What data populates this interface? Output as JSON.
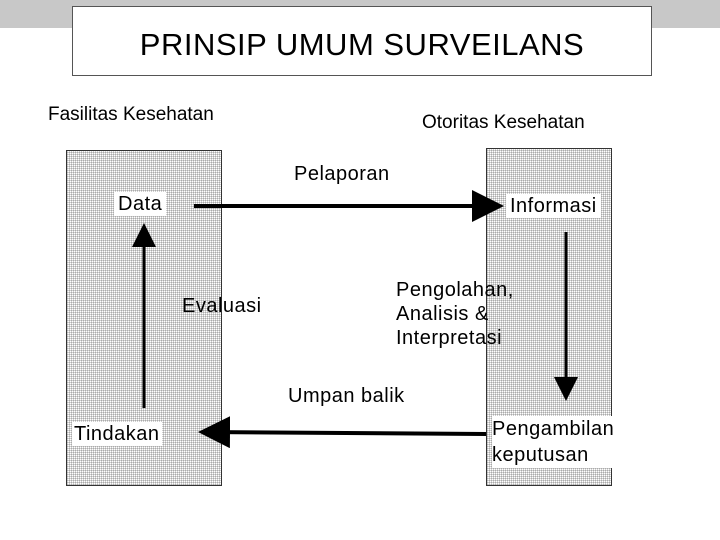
{
  "title": "PRINSIP UMUM SURVEILANS",
  "headers": {
    "left": "Fasilitas Kesehatan",
    "right": "Otoritas Kesehatan"
  },
  "nodes": {
    "data": "Data",
    "informasi": "Informasi",
    "pengolahan": [
      "Pengolahan,",
      "Analisis &",
      "Interpretasi"
    ],
    "pengambilan": [
      "Pengambilan",
      "keputusan"
    ],
    "tindakan": "Tindakan",
    "evaluasi": "Evaluasi"
  },
  "edges": {
    "pelaporan": "Pelaporan",
    "umpan_balik": "Umpan balik"
  }
}
